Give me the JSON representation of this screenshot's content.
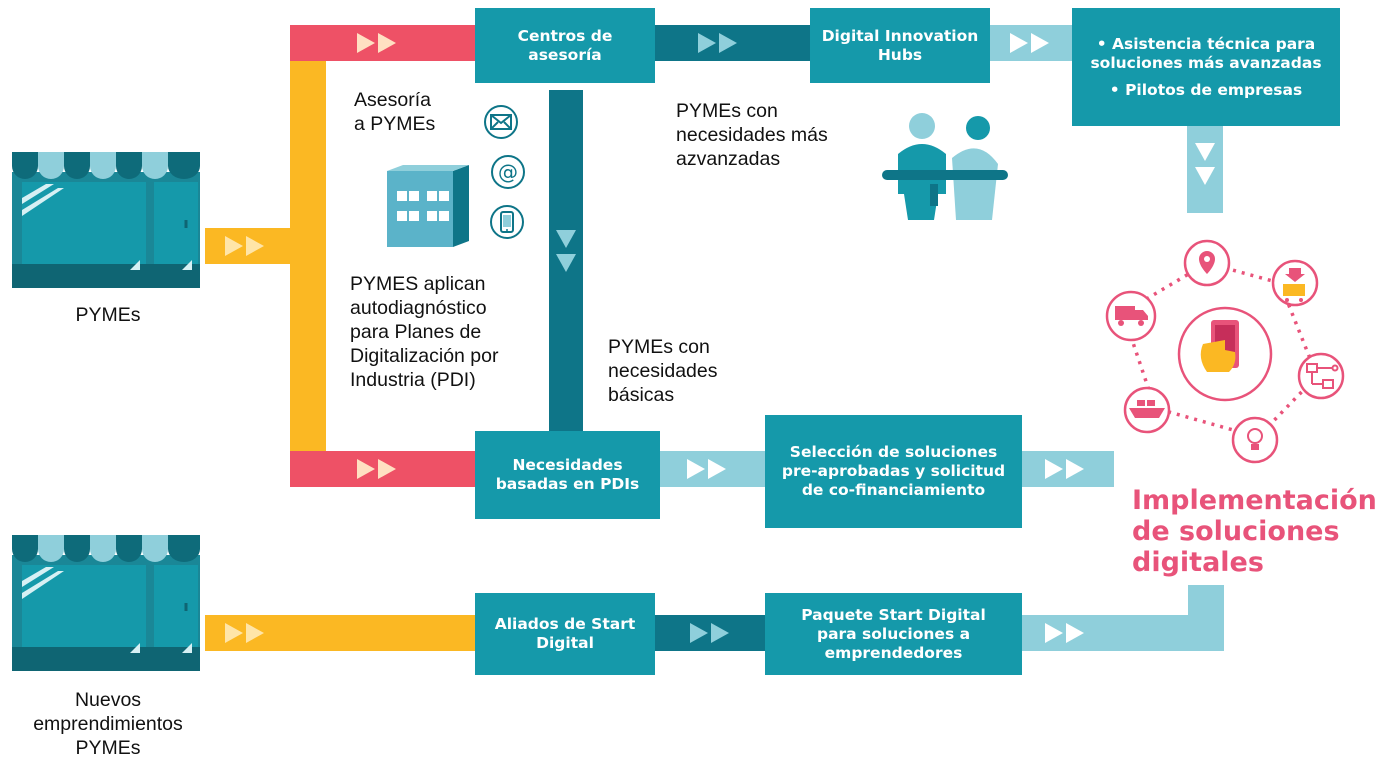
{
  "colors": {
    "teal": "#1599aa",
    "dark_teal": "#0e7588",
    "light_teal": "#8fcfdb",
    "yellow": "#fbb823",
    "red": "#ee5166",
    "pink": "#e8537a"
  },
  "nodes": {
    "centros": "Centros de asesoría",
    "dih": "Digital Innovation Hubs",
    "asistencia_bullets": [
      "• Asistencia técnica para soluciones más avanzadas",
      "• Pilotos de empresas"
    ],
    "necesidades": "Necesidades basadas en PDIs",
    "seleccion": "Selección de soluciones pre-aprobadas y solicitud de co-financiamiento",
    "aliados": "Aliados de Start Digital",
    "paquete": "Paquete Start Digital para soluciones a emprendedores"
  },
  "labels": {
    "pymes": "PYMEs",
    "nuevos_line1": "Nuevos",
    "nuevos_line2": "emprendimientos",
    "nuevos_line3": "PYMEs",
    "asesoria_line1": "Asesoría",
    "asesoria_line2": "a PYMEs",
    "autodiag": [
      "PYMES aplican",
      "autodiagnóstico",
      "para Planes de",
      "Digitalización por",
      "Industria (PDI)"
    ],
    "avanzadas": [
      "PYMEs con",
      "necesidades más",
      "azvanzadas"
    ],
    "basicas": [
      "PYMEs con",
      "necesidades",
      "básicas"
    ],
    "implementacion": [
      "Implementación",
      "de soluciones",
      "digitales"
    ]
  },
  "icons": [
    "storefront-icon",
    "envelope-icon",
    "at-sign-icon",
    "smartphone-icon",
    "building-icon",
    "people-icon",
    "location-pin-icon",
    "shopping-cart-icon",
    "truck-icon",
    "hand-phone-icon",
    "network-icon",
    "ship-icon",
    "lightbulb-icon"
  ]
}
